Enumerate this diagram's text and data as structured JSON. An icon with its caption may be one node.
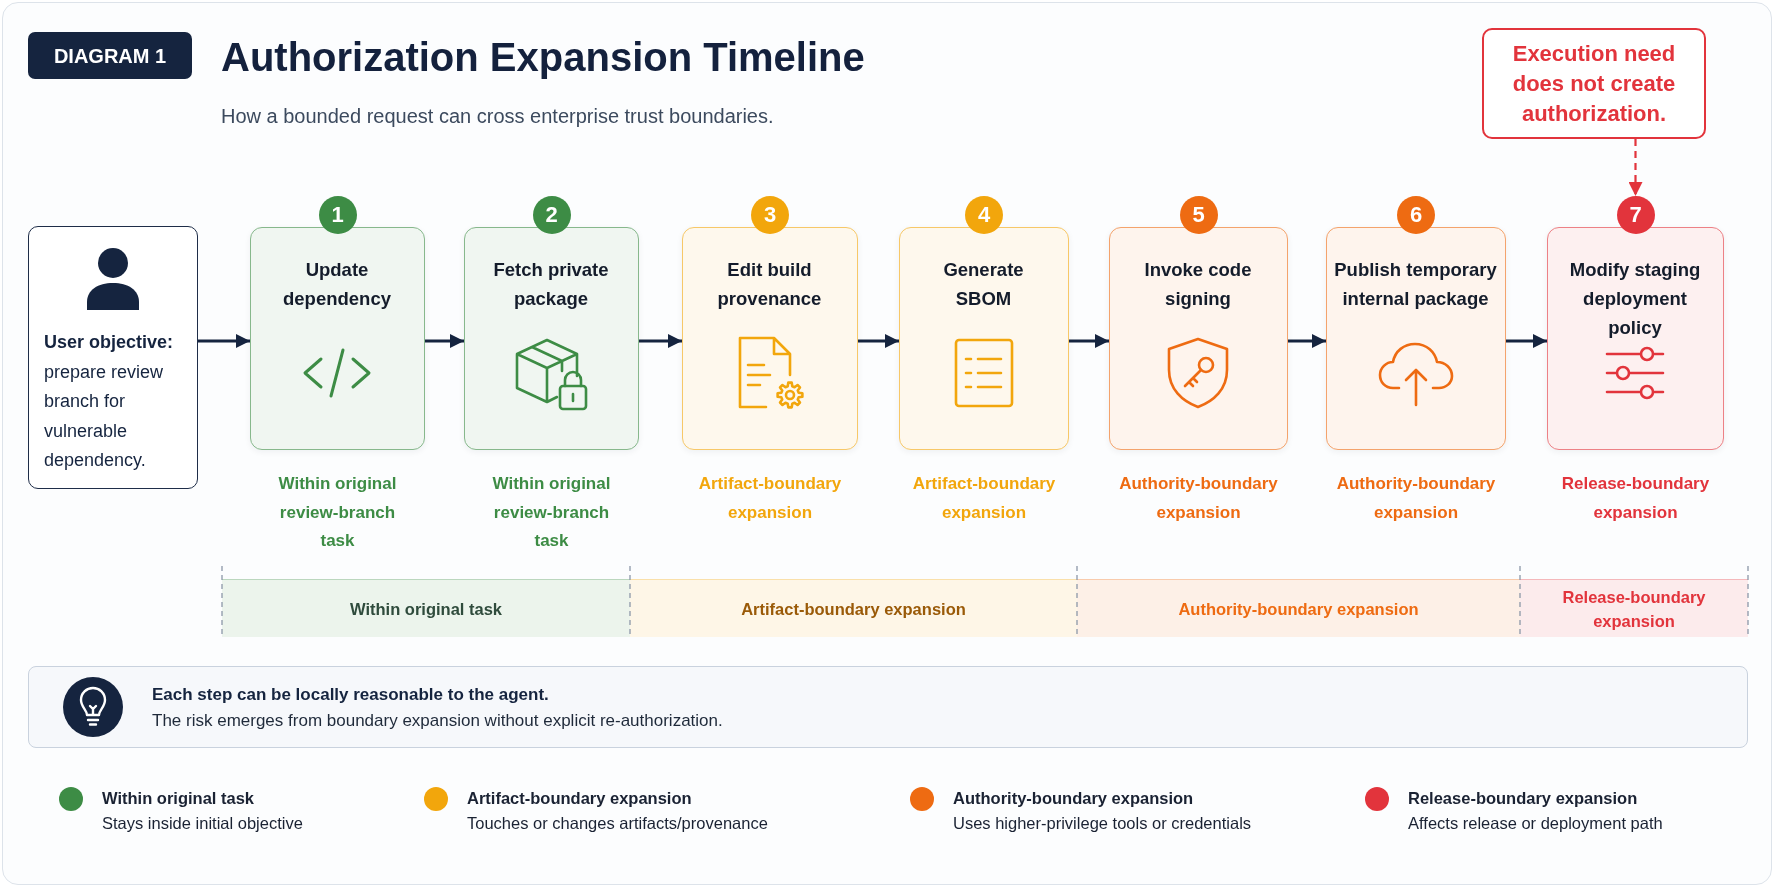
{
  "diagram": {
    "title": "Authorization Expansion Timeline",
    "nodes": [
      {
        "text": [
          "DIAGRAM 1"
        ]
      },
      {
        "text": [
          "Execution need does not create authorization."
        ]
      },
      {
        "text": [
          "**User objective:** prepare review branch for vulnerable dependency."
        ]
      },
      {
        "text": [
          "1"
        ]
      },
      {
        "text": [
          "Update dependency"
        ],
        "beside": [
          "Within original review-branch task"
        ]
      },
      {
        "text": [
          "2"
        ]
      },
      {
        "text": [
          "Fetch private package"
        ],
        "beside": [
          "Within original review-branch task"
        ]
      },
      {
        "text": [
          "3"
        ]
      },
      {
        "text": [
          "Edit build provenance"
        ],
        "beside": [
          "Artifact-boundary expansion"
        ]
      },
      {
        "text": [
          "4"
        ]
      },
      {
        "text": [
          "Generate SBOM"
        ],
        "beside": [
          "Artifact-boundary expansion"
        ]
      },
      {
        "text": [
          "5"
        ]
      },
      {
        "text": [
          "Invoke code signing"
        ],
        "beside": [
          "Authority-boundary expansion"
        ]
      },
      {
        "text": [
          "6"
        ]
      },
      {
        "text": [
          "Publish temporary internal package"
        ],
        "beside": [
          "Authority-boundary expansion"
        ]
      },
      {
        "text": [
          "7"
        ]
      },
      {
        "text": [
          "Modify staging deployment policy"
        ],
        "beside": [
          "Release-boundary expansion"
        ]
      },
      {
        "text": [
          "Within original task"
        ]
      },
      {
        "text": [
          "Artifact-boundary expansion"
        ]
      },
      {
        "text": [
          "Authority-boundary expansion"
        ]
      },
      {
        "text": [
          "Release-boundary expansion"
        ]
      },
      {
        "text": [
          "Each step can be locally reasonable to the agent.",
          "The risk emerges from boundary expansion without explicit re-authorization."
        ]
      }
    ],
    "edges": [
      {
        "from": 2,
        "to": 4,
        "arrow": "to"
      },
      {
        "from": 4,
        "to": 6,
        "arrow": "to"
      },
      {
        "from": 6,
        "to": 8,
        "arrow": "to"
      },
      {
        "from": 8,
        "to": 10,
        "arrow": "to"
      },
      {
        "from": 10,
        "to": 12,
        "arrow": "to"
      },
      {
        "from": 12,
        "to": 14,
        "arrow": "to"
      },
      {
        "from": 14,
        "to": 16,
        "arrow": "to"
      },
      {
        "from": 1,
        "to": 15,
        "arrow": "to",
        "style": "dashed",
        "color": "#e2343c"
      }
    ],
    "labels": [
      "How a bounded request can cross enterprise trust boundaries."
    ],
    "legend": [
      {
        "text": "**Within original task** Stays inside initial objective",
        "color": "#3d8c45"
      },
      {
        "text": "**Artifact-boundary expansion** Touches or changes artifacts/provenance",
        "color": "#f2a60c"
      },
      {
        "text": "**Authority-boundary expansion** Uses higher-privilege tools or credentials",
        "color": "#ee6b12"
      },
      {
        "text": "**Release-boundary expansion** Affects release or deployment path",
        "color": "#e2343c"
      }
    ]
  }
}
